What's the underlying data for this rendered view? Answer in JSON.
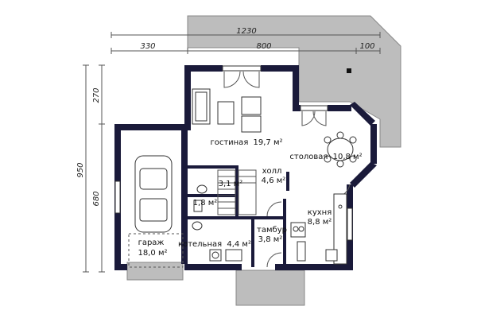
{
  "dimensions": {
    "top_total": "1230",
    "top_left": "330",
    "top_mid": "800",
    "top_right": "100",
    "left_total": "950",
    "left_upper": "270",
    "left_lower": "680"
  },
  "rooms": {
    "living": {
      "name": "гостиная",
      "area": "19,7 м²"
    },
    "dining": {
      "name": "столовая",
      "area": "10,8 м²"
    },
    "hall": {
      "name": "холл",
      "area": "4,6 м²"
    },
    "bath": {
      "area": "3,1 м²"
    },
    "wc": {
      "area": "1,8 м²"
    },
    "kitchen": {
      "name": "кухня",
      "area": "8,8 м²"
    },
    "vestibule": {
      "name": "тамбур",
      "area": "3,8 м²"
    },
    "boiler": {
      "name": "котельная",
      "area": "4,4 м²"
    },
    "garage": {
      "name": "гараж",
      "area": "18,0 м²"
    }
  },
  "colors": {
    "wall": "#1a1a3a",
    "terrace": "#bdbdbd",
    "line": "#555555"
  }
}
